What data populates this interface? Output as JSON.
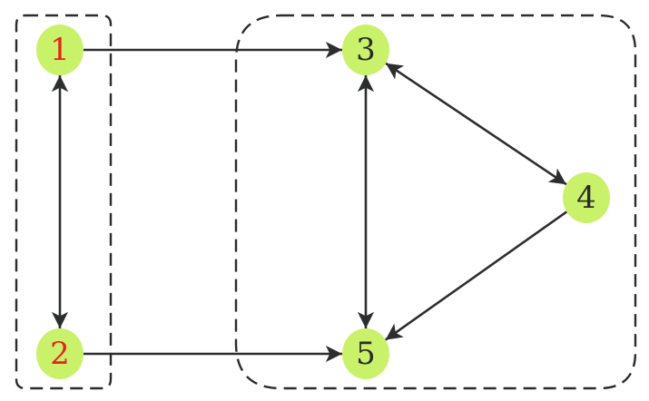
{
  "colors": {
    "node_fill": "#c9f26a",
    "edge": "#2b2e2c",
    "box": "#2b2b2b",
    "label_red": "#e2251b",
    "label_dark": "#2b2b2b"
  },
  "nodes": [
    {
      "id": "1",
      "label": "1",
      "label_color": "red"
    },
    {
      "id": "2",
      "label": "2",
      "label_color": "red"
    },
    {
      "id": "3",
      "label": "3",
      "label_color": "dark"
    },
    {
      "id": "4",
      "label": "4",
      "label_color": "dark"
    },
    {
      "id": "5",
      "label": "5",
      "label_color": "dark"
    }
  ],
  "edges": [
    {
      "from": "1",
      "to": "3",
      "direction": "forward"
    },
    {
      "from": "1",
      "to": "2",
      "direction": "both"
    },
    {
      "from": "2",
      "to": "5",
      "direction": "forward"
    },
    {
      "from": "3",
      "to": "5",
      "direction": "both"
    },
    {
      "from": "3",
      "to": "4",
      "direction": "both"
    },
    {
      "from": "4",
      "to": "5",
      "direction": "forward"
    }
  ],
  "groups": [
    {
      "id": "left",
      "members": [
        "1",
        "2"
      ]
    },
    {
      "id": "right",
      "members": [
        "3",
        "4",
        "5"
      ]
    }
  ]
}
